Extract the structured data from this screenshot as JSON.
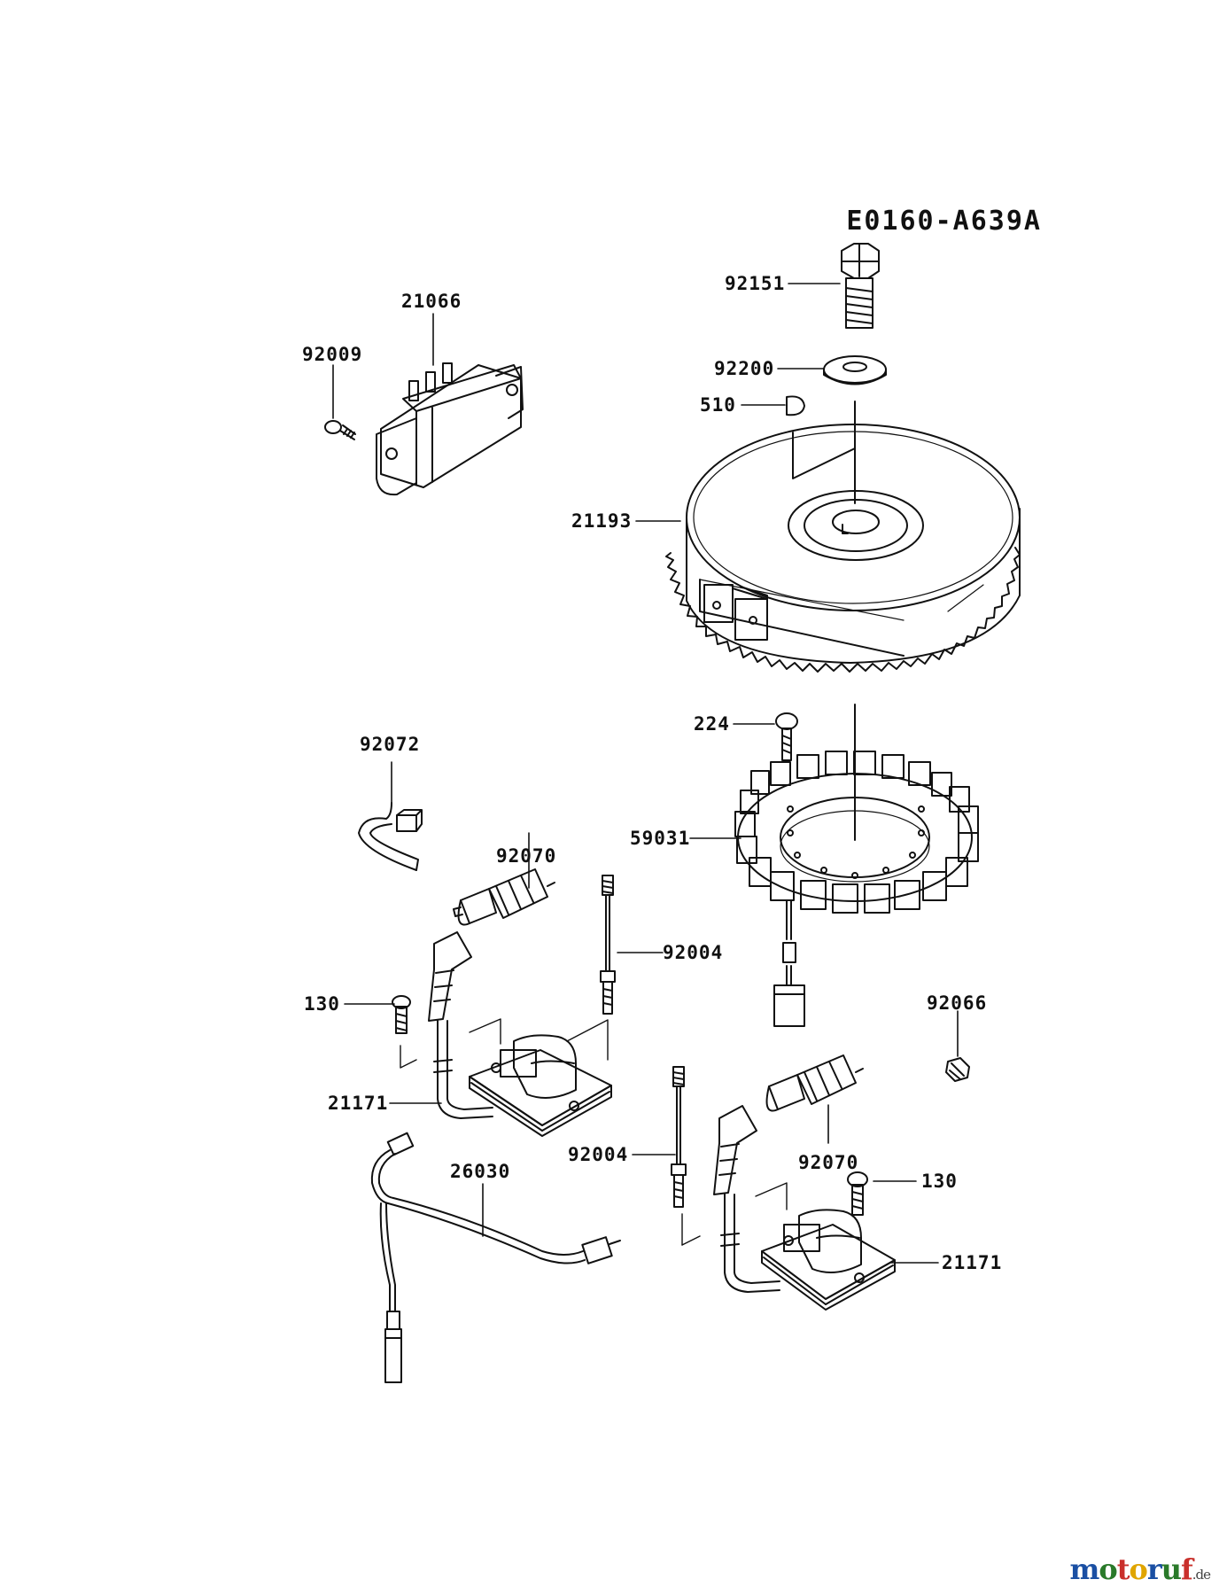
{
  "diagram_code": "E0160-A639A",
  "watermark": {
    "letters": [
      {
        "ch": "m",
        "color": "#1a4fa3"
      },
      {
        "ch": "o",
        "color": "#2a7a2a"
      },
      {
        "ch": "t",
        "color": "#c9302c"
      },
      {
        "ch": "o",
        "color": "#e0a500"
      },
      {
        "ch": "r",
        "color": "#1a4fa3"
      },
      {
        "ch": "u",
        "color": "#2a7a2a"
      },
      {
        "ch": "f",
        "color": "#c9302c"
      }
    ],
    "suffix": ".de"
  },
  "labels": {
    "p92151": "92151",
    "p92200": "92200",
    "p510": "510",
    "p21066": "21066",
    "p92009": "92009",
    "p21193": "21193",
    "p224": "224",
    "p92072": "92072",
    "p59031": "59031",
    "p92070a": "92070",
    "p92004a": "92004",
    "p130a": "130",
    "p92066": "92066",
    "p21171a": "21171",
    "p26030": "26030",
    "p92004b": "92004",
    "p92070b": "92070",
    "p130b": "130",
    "p21171b": "21171"
  }
}
